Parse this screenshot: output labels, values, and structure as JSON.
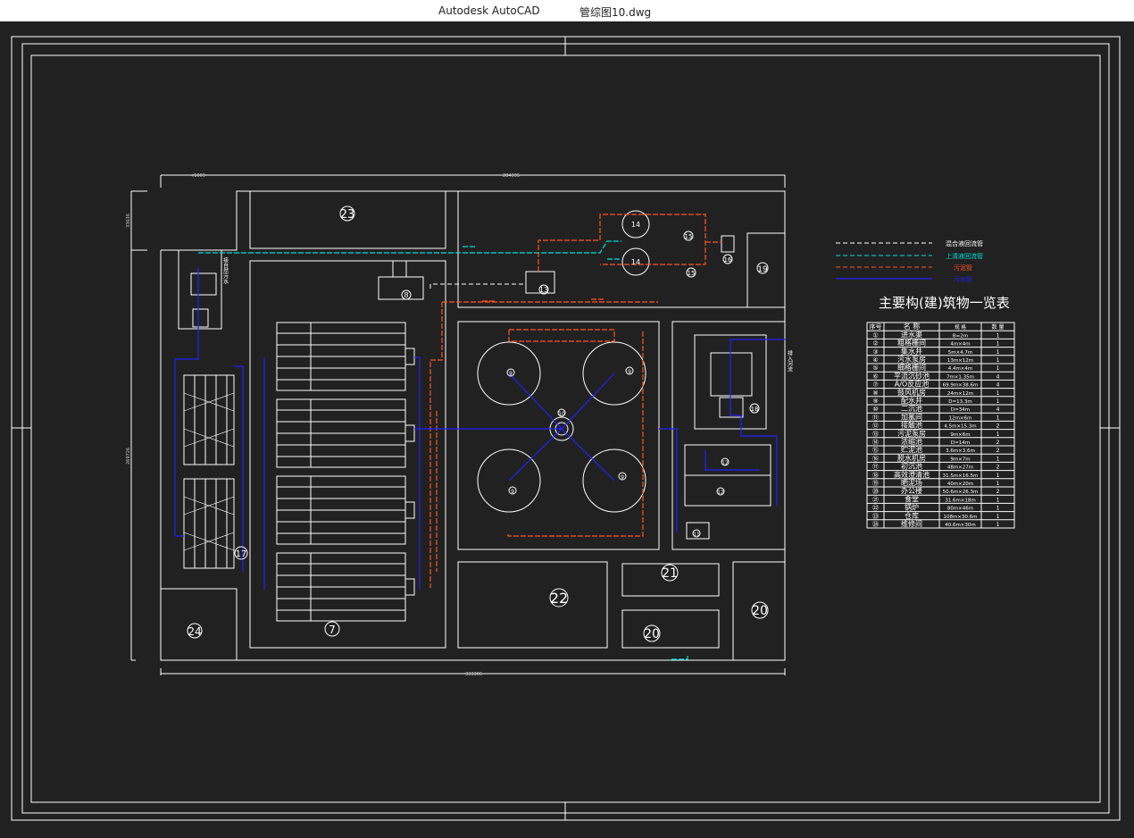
{
  "window": {
    "app": "Autodesk AutoCAD",
    "document": "管综图10.dwg"
  },
  "colors": {
    "background": "#212121",
    "line": "#ffffff",
    "cyan": "#00e0e0",
    "orange": "#ff5522",
    "blue": "#2222ff"
  },
  "drawing": {
    "dims": {
      "top_left": "<1009",
      "top_main": "284395",
      "bottom": "333306",
      "left_v1": "33636",
      "left_v2": "269726"
    },
    "labels": {
      "b23": "23",
      "b8": "8",
      "b13": "13",
      "b14a": "14",
      "b14b": "14",
      "b15a": "15",
      "b15b": "15",
      "b16": "16",
      "b19": "19",
      "b18": "18",
      "b12a": "12",
      "b12b": "12",
      "b11": "11",
      "b10": "10",
      "b9a": "9",
      "b9b": "9",
      "b9c": "9",
      "b9d": "9",
      "b17": "17",
      "b7": "7",
      "b22": "22",
      "b21": "21",
      "b20a": "20",
      "b20b": "20",
      "b24": "24"
    },
    "side_text_left": "接自然污水",
    "side_text_right": "排入河流"
  },
  "legend": {
    "items": [
      {
        "label": "混合液回流管",
        "color": "#ffffff"
      },
      {
        "label": "上清液回流管",
        "color": "#00e0e0"
      },
      {
        "label": "污泥管",
        "color": "#ff5522"
      },
      {
        "label": "污水管",
        "color": "#2222ff"
      }
    ]
  },
  "table": {
    "title": "主要构(建)筑物一览表",
    "headers": [
      "序号",
      "名 称",
      "规 格",
      "数 量"
    ],
    "rows": [
      [
        "①",
        "进水渠",
        "B=2m",
        "1"
      ],
      [
        "②",
        "粗格栅间",
        "4m×4m",
        "1"
      ],
      [
        "③",
        "集水井",
        "5m×4.7m",
        "1"
      ],
      [
        "④",
        "污水泵房",
        "13m×12m",
        "1"
      ],
      [
        "⑤",
        "细格栅间",
        "4.4m×4m",
        "1"
      ],
      [
        "⑥",
        "平流沉砂池",
        "7m×1.35m",
        "4"
      ],
      [
        "⑦",
        "A/O反应池",
        "69.9m×38.6m",
        "4"
      ],
      [
        "⑧",
        "鼓风机房",
        "24m×12m",
        "1"
      ],
      [
        "⑨",
        "配水井",
        "D=13.3m",
        "1"
      ],
      [
        "⑩",
        "二沉池",
        "D=34m",
        "4"
      ],
      [
        "⑪",
        "加氯间",
        "12m×6m",
        "1"
      ],
      [
        "⑫",
        "接触池",
        "4.5m×15.3m",
        "2"
      ],
      [
        "⑬",
        "污泥泵房",
        "9m×6m",
        "1"
      ],
      [
        "⑭",
        "浓缩池",
        "D=14m",
        "2"
      ],
      [
        "⑮",
        "贮泥池",
        "3.6m×3.6m",
        "2"
      ],
      [
        "⑯",
        "脱水机房",
        "9m×7m",
        "1"
      ],
      [
        "⑰",
        "初沉池",
        "48m×27m",
        "2"
      ],
      [
        "⑱",
        "高效澄清池",
        "31.5m×16.5m",
        "1"
      ],
      [
        "⑲",
        "晒泥场",
        "40m×20m",
        "1"
      ],
      [
        "⑳",
        "办公楼",
        "50.6m×26.3m",
        "2"
      ],
      [
        "㉑",
        "食堂",
        "31.6m×18m",
        "1"
      ],
      [
        "㉒",
        "锅炉",
        "80m×46m",
        "1"
      ],
      [
        "㉓",
        "仓库",
        "108m×30.6m",
        "1"
      ],
      [
        "㉔",
        "维修间",
        "40.6m×30m",
        "1"
      ]
    ]
  }
}
